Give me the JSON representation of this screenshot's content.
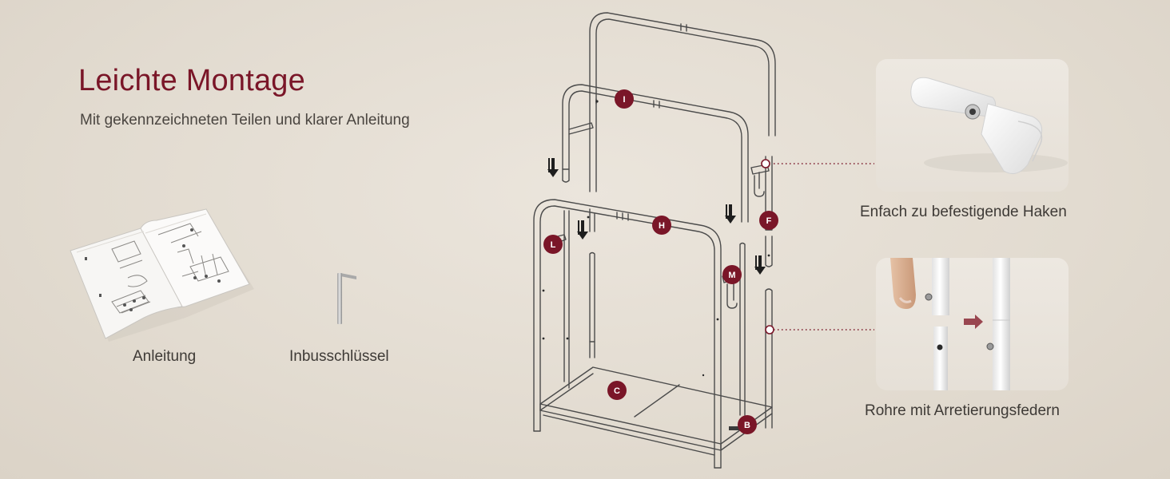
{
  "header": {
    "title": "Leichte Montage",
    "subtitle": "Mit gekennzeichneten Teilen und klarer Anleitung"
  },
  "accessories": [
    {
      "label": "Anleitung",
      "icon": "manual-booklet-icon"
    },
    {
      "label": "Inbusschlüssel",
      "icon": "allen-key-icon"
    }
  ],
  "part_labels": [
    "I",
    "H",
    "L",
    "M",
    "F",
    "C",
    "B"
  ],
  "details": [
    {
      "label": "Enfach zu befestigende Haken",
      "image": "white-hook-strap-photo"
    },
    {
      "label": "Rohre mit Arretierungsfedern",
      "image": "locking-spring-tubes-photo"
    }
  ],
  "colors": {
    "accent": "#7a1628",
    "background": "#e4ddd2",
    "line_art": "#4a4a4a",
    "text": "#3e3a36"
  }
}
